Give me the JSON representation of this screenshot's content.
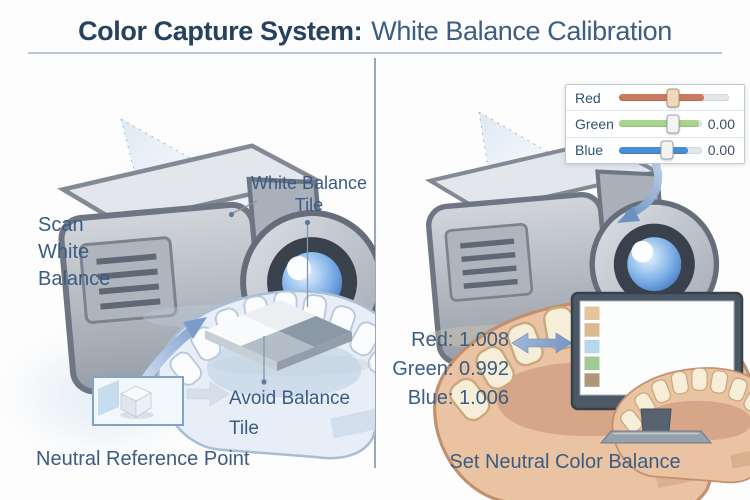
{
  "title": {
    "lead": "Color Capture System:",
    "rest": "White Balance Calibration"
  },
  "left": {
    "scan_lines": [
      "Scan",
      "White",
      "Balance"
    ],
    "tile_label_lines": [
      "White Balance",
      "Tile"
    ],
    "avoid_label_lines": [
      "Avoid Balance",
      "Tile"
    ],
    "caption": "Neutral Reference Point"
  },
  "right": {
    "sliders": {
      "rows": [
        {
          "label": "Red",
          "value": "",
          "track_color": "#cb7a60",
          "track_pct": "77%",
          "handle_left": "49%",
          "handle_color": "#f0d8ba",
          "handle_border": "#b2906c"
        },
        {
          "label": "Green",
          "value": "0.00",
          "track_color": "#a7d58d",
          "track_pct": "97%",
          "handle_left": "65%",
          "handle_color": "#f4f4f0",
          "handle_border": "#9aa4ae"
        },
        {
          "label": "Blue",
          "value": "0.00",
          "track_color": "#478fd6",
          "track_pct": "83%",
          "handle_left": "58%",
          "handle_color": "#f4f4f0",
          "handle_border": "#9aa4ae"
        }
      ]
    },
    "readout": [
      {
        "label": "Red",
        "value": "1.008",
        "text": "Red: 1.008"
      },
      {
        "label": "Green",
        "value": "0.992",
        "text": "Green: 0.992"
      },
      {
        "label": "Blue",
        "value": "1.006",
        "text": "Blue: 1.006"
      }
    ],
    "caption": "Set Neutral Color Balance"
  },
  "colors": {
    "title_bold": "#27425f",
    "text": "#3b5c82",
    "divider": "#8a99ae",
    "slider_red": "#cb7a60",
    "slider_green": "#a7d58d",
    "slider_blue": "#478fd6"
  }
}
